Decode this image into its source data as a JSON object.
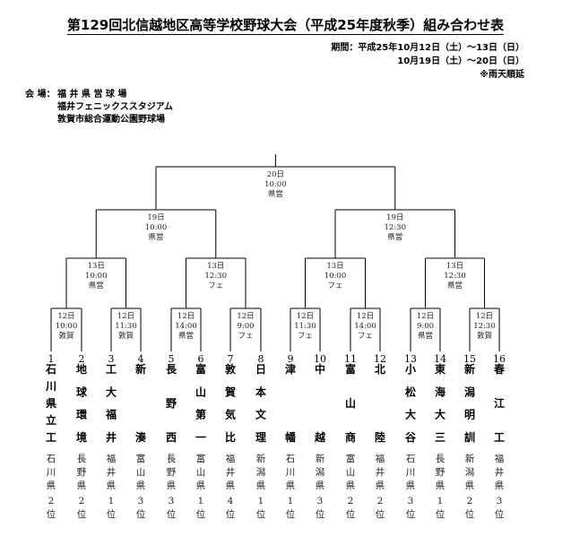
{
  "title": "第129回北信越地区高等学校野球大会（平成25年度秋季）組み合わせ表",
  "period": {
    "line1": "期間：平成25年10月12日（土）〜13日（日）",
    "line2": "10月19日（土）〜20日（日）",
    "line3": "※雨天順延"
  },
  "venue": {
    "label": "会 場：",
    "list": [
      "福 井 県 営 球 場",
      "福井フェニックススタジアム",
      "敦賀市総合運動公園野球場"
    ]
  },
  "matches": {
    "final": [
      "20日",
      "10:00",
      "県営"
    ],
    "semi1": [
      "19日",
      "10:00",
      "県営"
    ],
    "semi2": [
      "19日",
      "12:30",
      "県営"
    ],
    "qf1": [
      "13日",
      "10:00",
      "県営"
    ],
    "qf2": [
      "13日",
      "12:30",
      "フェ"
    ],
    "qf3": [
      "13日",
      "10:00",
      "フェ"
    ],
    "qf4": [
      "13日",
      "12:30",
      "県営"
    ],
    "r1a": [
      "12日",
      "10:00",
      "敦賀"
    ],
    "r1b": [
      "12日",
      "11:30",
      "敦賀"
    ],
    "r1c": [
      "12日",
      "14:00",
      "県営"
    ],
    "r1d": [
      "12日",
      "9:00",
      "フェ"
    ],
    "r1e": [
      "12日",
      "11:30",
      "フェ"
    ],
    "r1f": [
      "12日",
      "14:00",
      "フェ"
    ],
    "r1g": [
      "12日",
      "9:00",
      "県営"
    ],
    "r1h": [
      "12日",
      "12:30",
      "敦賀"
    ]
  },
  "teams": [
    {
      "num": "1",
      "chars": [
        "石",
        "川",
        "県",
        "立",
        "工"
      ],
      "pref": "石川県",
      "rank": [
        "2",
        "位"
      ]
    },
    {
      "num": "2",
      "chars": [
        "地",
        "球",
        "環",
        "境"
      ],
      "pref": "長野県",
      "rank": [
        "2",
        "位"
      ]
    },
    {
      "num": "3",
      "chars": [
        "工",
        "大",
        "福",
        "井"
      ],
      "pref": "福井県",
      "rank": [
        "1",
        "位"
      ]
    },
    {
      "num": "4",
      "chars": [
        "新",
        "湊"
      ],
      "pref": "富山県",
      "rank": [
        "3",
        "位"
      ]
    },
    {
      "num": "5",
      "chars": [
        "長",
        "野",
        "西"
      ],
      "pref": "長野県",
      "rank": [
        "3",
        "位"
      ]
    },
    {
      "num": "6",
      "chars": [
        "富",
        "山",
        "第",
        "一"
      ],
      "pref": "富山県",
      "rank": [
        "1",
        "位"
      ]
    },
    {
      "num": "7",
      "chars": [
        "敦",
        "賀",
        "気",
        "比"
      ],
      "pref": "福井県",
      "rank": [
        "4",
        "位"
      ]
    },
    {
      "num": "8",
      "chars": [
        "日",
        "本",
        "文",
        "理"
      ],
      "pref": "新潟県",
      "rank": [
        "1",
        "位"
      ]
    },
    {
      "num": "9",
      "chars": [
        "津",
        "幡"
      ],
      "pref": "石川県",
      "rank": [
        "1",
        "位"
      ]
    },
    {
      "num": "10",
      "chars": [
        "中",
        "越"
      ],
      "pref": "新潟県",
      "rank": [
        "3",
        "位"
      ]
    },
    {
      "num": "11",
      "chars": [
        "富",
        "山",
        "商"
      ],
      "pref": "富山県",
      "rank": [
        "2",
        "位"
      ]
    },
    {
      "num": "12",
      "chars": [
        "北",
        "陸"
      ],
      "pref": "福井県",
      "rank": [
        "2",
        "位"
      ]
    },
    {
      "num": "13",
      "chars": [
        "小",
        "松",
        "大",
        "谷"
      ],
      "pref": "石川県",
      "rank": [
        "3",
        "位"
      ]
    },
    {
      "num": "14",
      "chars": [
        "東",
        "海",
        "大",
        "三"
      ],
      "pref": "長野県",
      "rank": [
        "1",
        "位"
      ]
    },
    {
      "num": "15",
      "chars": [
        "新",
        "潟",
        "明",
        "訓"
      ],
      "pref": "新潟県",
      "rank": [
        "2",
        "位"
      ]
    },
    {
      "num": "16",
      "chars": [
        "春",
        "江",
        "工"
      ],
      "pref": "福井県",
      "rank": [
        "3",
        "位"
      ]
    }
  ]
}
